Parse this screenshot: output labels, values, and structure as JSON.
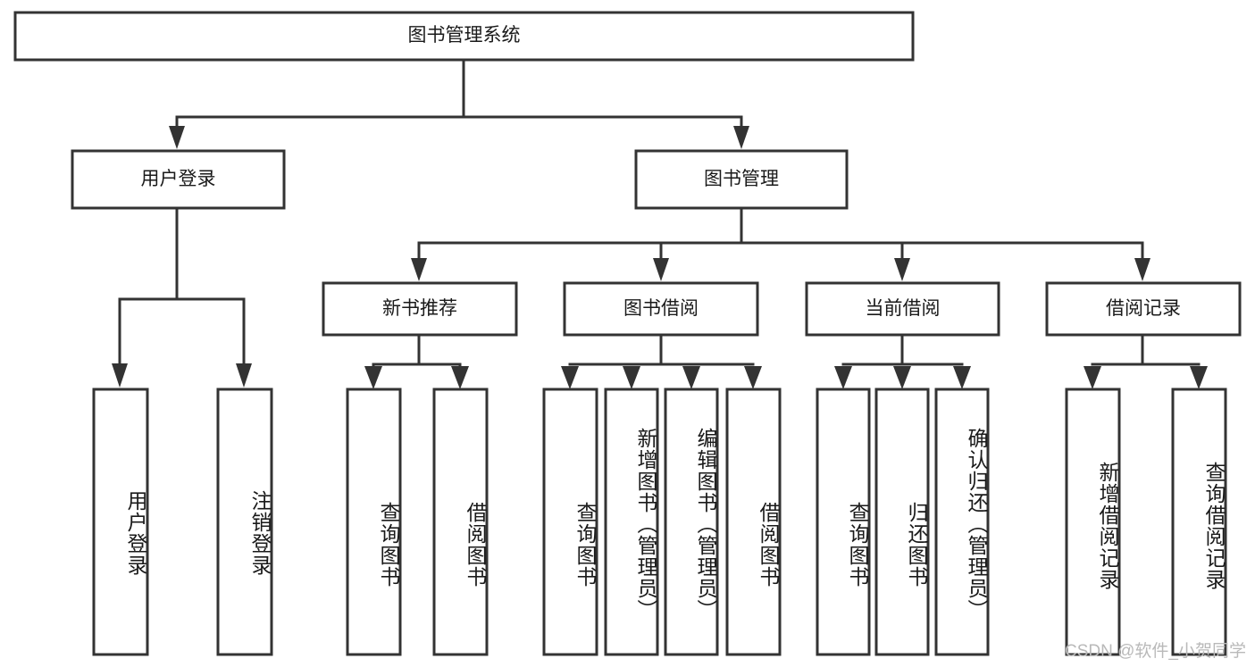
{
  "diagram": {
    "type": "tree-hierarchy",
    "title": "图书管理系统",
    "orientation": "top-down",
    "colors": {
      "box_stroke": "#333333",
      "box_fill": "#ffffff",
      "text": "#1a1a1a",
      "background": "#ffffff",
      "watermark": "#b9b9b9"
    },
    "root": {
      "label": "图书管理系统"
    },
    "level2": [
      {
        "label": "用户登录"
      },
      {
        "label": "图书管理"
      }
    ],
    "level3": [
      {
        "label": "新书推荐"
      },
      {
        "label": "图书借阅"
      },
      {
        "label": "当前借阅"
      },
      {
        "label": "借阅记录"
      }
    ],
    "leaves": {
      "user_login": [
        {
          "label": "用户登录"
        },
        {
          "label": "注销登录"
        }
      ],
      "new_book_recommend": [
        {
          "label": "查询图书"
        },
        {
          "label": "借阅图书"
        }
      ],
      "book_borrow": [
        {
          "label": "查询图书"
        },
        {
          "label": "新增图书（管理员）"
        },
        {
          "label": "编辑图书（管理员）"
        },
        {
          "label": "借阅图书"
        }
      ],
      "current_borrow": [
        {
          "label": "查询图书"
        },
        {
          "label": "归还图书"
        },
        {
          "label": "确认归还（管理员）"
        }
      ],
      "borrow_record": [
        {
          "label": "新增借阅记录"
        },
        {
          "label": "查询借阅记录"
        }
      ]
    }
  },
  "watermark": {
    "text": "CSDN @软件_小贺同学"
  }
}
